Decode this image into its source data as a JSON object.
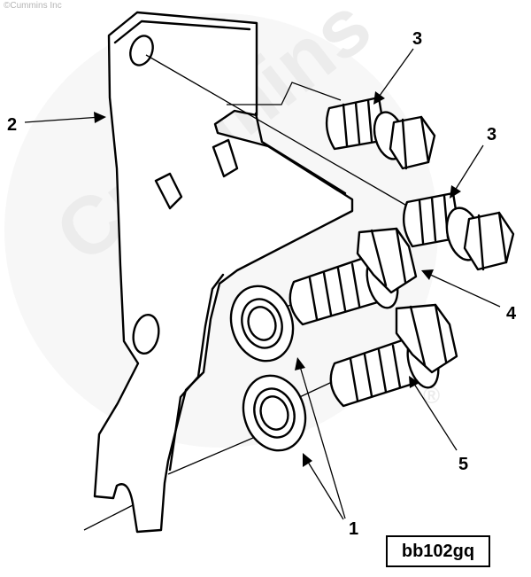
{
  "watermark": {
    "copyright": "©Cummins Inc",
    "brand": "Cummins",
    "registered": "®"
  },
  "callouts": {
    "washers": "1",
    "bracket": "2",
    "capscrew_upper_a": "3",
    "capscrew_upper_b": "3",
    "capscrew_middle": "4",
    "capscrew_lower": "5"
  },
  "figure_id": "bb102gq"
}
